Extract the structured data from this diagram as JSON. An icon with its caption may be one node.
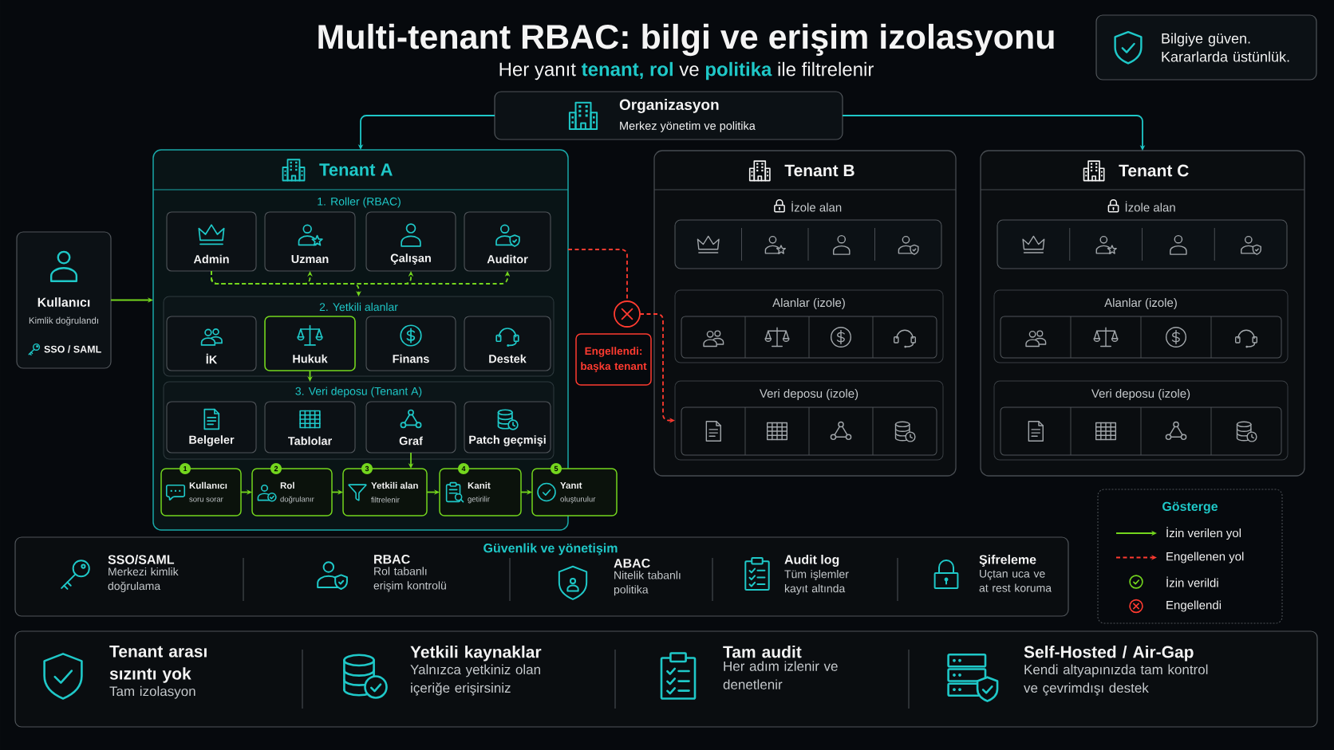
{
  "diagram": {
    "title": "Multi-tenant RBAC: bilgi ve erişim izolasyonu",
    "nodes": [
      {
        "text": [
          "Bilgiye güven. Kararlarda üstünlük."
        ]
      },
      {
        "text": [
          "Organizasyon",
          "Merkez yönetim ve politika"
        ]
      },
      {
        "text": [
          "Kullanıcı",
          "Kimlik doğrulandı",
          "SSO / SAML"
        ]
      },
      {
        "text": [
          "Tenant A"
        ]
      },
      {
        "text": [
          "Admin"
        ],
        "in": 3
      },
      {
        "text": [
          "Uzman"
        ],
        "in": 3
      },
      {
        "text": [
          "Çalışan"
        ],
        "in": 3
      },
      {
        "text": [
          "Auditor"
        ],
        "in": 3
      },
      {
        "text": [
          "2. Yetkili alanlar"
        ],
        "in": 3
      },
      {
        "text": [
          "İK"
        ],
        "in": 8
      },
      {
        "text": [
          "Hukuk"
        ],
        "in": 8
      },
      {
        "text": [
          "Finans"
        ],
        "in": 8
      },
      {
        "text": [
          "Destek"
        ],
        "in": 8
      },
      {
        "text": [
          "3. Veri deposu (Tenant A)"
        ],
        "in": 3
      },
      {
        "text": [
          "Belgeler"
        ],
        "in": 13
      },
      {
        "text": [
          "Tablolar"
        ],
        "in": 13
      },
      {
        "text": [
          "Graf"
        ],
        "in": 13
      },
      {
        "text": [
          "Patch geçmişi"
        ],
        "in": 13
      },
      {
        "text": [
          "Kullanıcı",
          "soru sorar"
        ],
        "beside": [
          "1"
        ],
        "in": 3
      },
      {
        "text": [
          "Rol",
          "doğrulanır"
        ],
        "beside": [
          "2"
        ],
        "in": 3
      },
      {
        "text": [
          "Yetkili alan",
          "filtrelenir"
        ],
        "beside": [
          "3"
        ],
        "in": 3
      },
      {
        "text": [
          "Kanit",
          "getirilir"
        ],
        "beside": [
          "4"
        ],
        "in": 3
      },
      {
        "text": [
          "Yanıt",
          "oluşturulur"
        ],
        "beside": [
          "5"
        ]
      },
      {
        "text": [],
        "shape": "circle"
      },
      {
        "text": [
          "Engellendi: başka tenant"
        ]
      },
      {
        "text": [
          "Tenant B"
        ]
      },
      {
        "text": [
          "İzole alan"
        ],
        "in": 25
      },
      {
        "text": [
          "Alanlar (izole)"
        ],
        "in": 25
      },
      {
        "text": [
          "Veri deposu (izole)"
        ],
        "in": 25
      },
      {
        "text": [
          "Tenant C"
        ]
      },
      {
        "text": [
          "İzole alan"
        ],
        "in": 29
      },
      {
        "text": [
          "Alanlar (izole)"
        ],
        "in": 29
      },
      {
        "text": [
          "Veri deposu (izole)"
        ],
        "in": 29
      },
      {
        "text": [
          "Güvenlik ve yönetişim",
          "SSO/SAML",
          "Merkezi kimlik doğrulama",
          "RBAC",
          "Rol tabanlı erişim kontrolü",
          "ABAC",
          "Nitelik tabanlı politika",
          "Audit log",
          "Tüm işlemler kayıt altında",
          "Şifreleme",
          "Uçtan uca ve at rest koruma"
        ]
      },
      {
        "text": [
          "Tenant arası sızıntı yok",
          "Tam izolasyon",
          "Yetkili kaynaklar",
          "Yalnızca yetkiniz olan içeriğe erişirsiniz",
          "Tam audit",
          "Her adım izlenir ve denetlenir",
          "Self-Hosted / Air-Gap",
          "Kendi altyapınızda tam kontrol ve çevrimdışı destek"
        ]
      }
    ],
    "edges": [
      {
        "from": 1,
        "to": 3,
        "arrow": "to",
        "color": "#1fc8c8"
      },
      {
        "from": 1,
        "to": 29,
        "arrow": "to",
        "color": "#1fc8c8"
      },
      {
        "from": 2,
        "to": 3,
        "arrow": "to"
      },
      {
        "from": 4,
        "to": 5,
        "arrow": "to",
        "style": "dashed"
      },
      {
        "from": 4,
        "to": 6,
        "arrow": "to",
        "style": "dashed"
      },
      {
        "from": 4,
        "to": 7,
        "arrow": "to",
        "style": "dashed"
      },
      {
        "from": 4,
        "to": 8,
        "arrow": "to",
        "style": "dashed"
      },
      {
        "from": 10,
        "to": 13,
        "arrow": "to"
      },
      {
        "from": 16,
        "to": 20,
        "arrow": "to"
      },
      {
        "from": 18,
        "to": 19,
        "arrow": "to"
      },
      {
        "from": 19,
        "to": 20,
        "arrow": "to"
      },
      {
        "from": 20,
        "to": 21,
        "arrow": "to"
      },
      {
        "from": 21,
        "to": 22,
        "arrow": "to"
      },
      {
        "from": 3,
        "to": 23,
        "arrow": "none",
        "style": "dashed",
        "color": "#ff3b30"
      },
      {
        "from": 23,
        "to": 28,
        "arrow": "to",
        "style": "dashed",
        "color": "#ff3b30"
      }
    ],
    "labels": [
      "Her yanıt **tenant, rol** ve **politika** ile filtrelenir",
      "1. Roller (RBAC)",
      "Gösterge"
    ],
    "legend": [
      {
        "text": "İzin verilen yol"
      },
      {
        "text": "Engellenen yol"
      },
      {
        "text": "İzin verildi"
      },
      {
        "text": "Engellendi"
      }
    ]
  }
}
